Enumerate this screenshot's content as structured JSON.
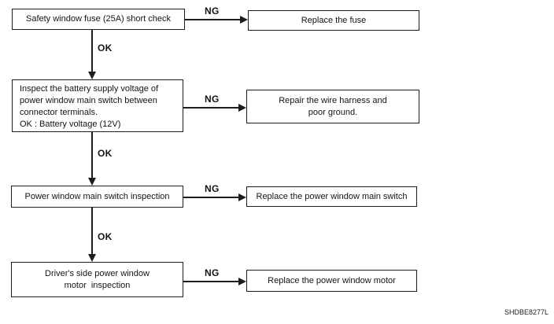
{
  "figure_code": "SHDBE8277L",
  "flow": {
    "steps": [
      {
        "check": "Safety window fuse (25A) short check",
        "result_ng": "NG",
        "action": "Replace the fuse",
        "result_ok": "OK"
      },
      {
        "check": "Inspect the battery supply voltage of\npower window main switch between\nconnector terminals.\nOK : Battery voltage (12V)",
        "result_ng": "NG",
        "action": "Repair the wire harness and\npoor ground.",
        "result_ok": "OK"
      },
      {
        "check": "Power window main switch inspection",
        "result_ng": "NG",
        "action": "Replace the power window main switch",
        "result_ok": "OK"
      },
      {
        "check": "Driver's side power window\nmotor  inspection",
        "result_ng": "NG",
        "action": "Replace the power window motor"
      }
    ]
  }
}
